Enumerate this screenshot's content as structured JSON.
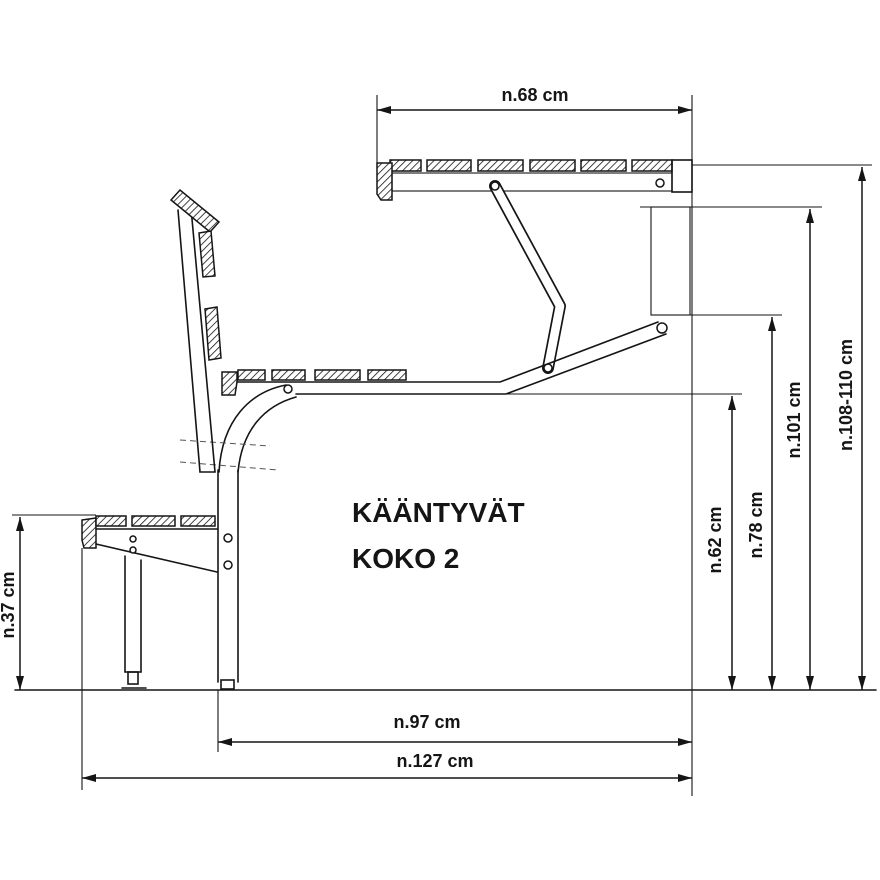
{
  "title_lines": [
    "KÄÄNTYVÄT",
    "KOKO 2"
  ],
  "dimensions": {
    "top_width": "n.68 cm",
    "total_height": "n.108-110 cm",
    "table_height": "n.101 cm",
    "back_height": "n.78 cm",
    "seat_height": "n.62 cm",
    "low_seat_height": "n.37 cm",
    "base_width": "n.97 cm",
    "total_width": "n.127 cm"
  },
  "colors": {
    "line": "#151515",
    "background": "#ffffff"
  }
}
